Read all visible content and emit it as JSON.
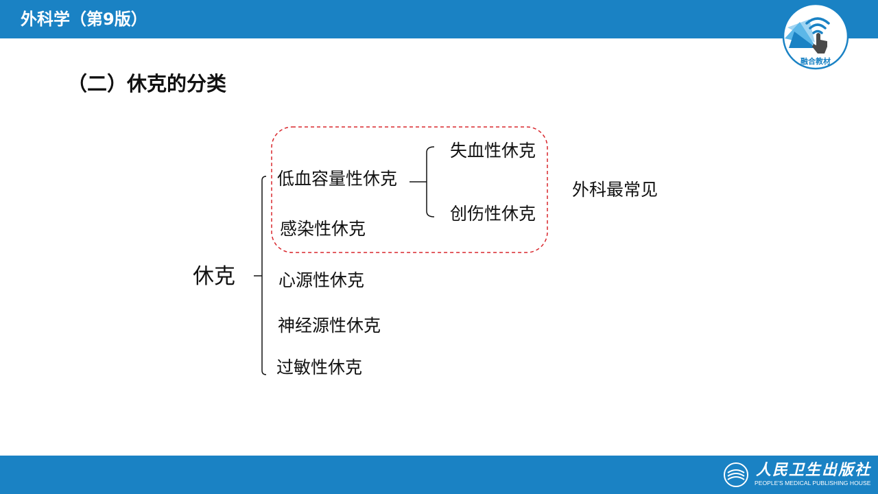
{
  "header": {
    "book_title": "外科学（第9版）",
    "badge_label": "融合教材",
    "badge_icon": "touch-wifi-icon"
  },
  "section_title": "（二）休克的分类",
  "diagram": {
    "root": "休克",
    "children": [
      {
        "label": "低血容量性休克",
        "children": [
          {
            "label": "失血性休克"
          },
          {
            "label": "创伤性休克"
          }
        ]
      },
      {
        "label": "感染性休克"
      },
      {
        "label": "心源性休克"
      },
      {
        "label": "神经源性休克"
      },
      {
        "label": "过敏性休克"
      }
    ],
    "highlight_note": "外科最常见",
    "highlight_border_color": "#d9262c"
  },
  "footer": {
    "publisher_name": "人民卫生出版社",
    "publisher_name_en": "PEOPLE'S MEDICAL PUBLISHING HOUSE",
    "logo_icon": "publisher-logo-icon"
  },
  "colors": {
    "header_bar": "#1a82c4",
    "footer_bar": "#1a82c4",
    "text": "#111111"
  }
}
